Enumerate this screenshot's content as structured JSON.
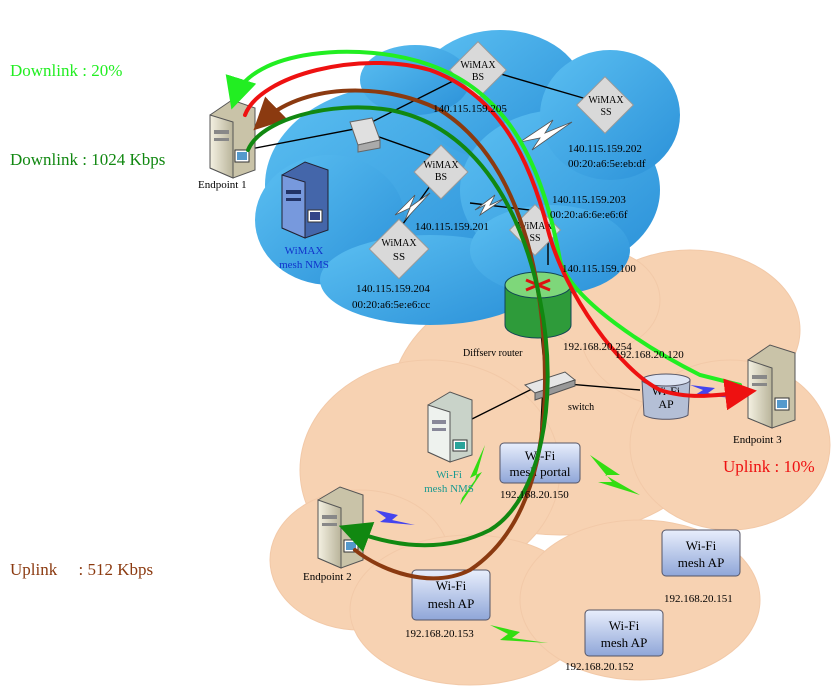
{
  "legend": {
    "downlink_pct": "Downlink : 20%",
    "downlink_rate": "Downlink : 1024 Kbps",
    "uplink_pct": "Uplink : 10%",
    "uplink_rate": "Uplink     : 512 Kbps"
  },
  "colors": {
    "downlink_pct": "#22ee22",
    "downlink_rate": "#118811",
    "uplink_pct": "#ee1111",
    "uplink_rate": "#8b3a10",
    "wimax_cloud": "#3aa6e6",
    "wifi_cloud": "#f7d2b2"
  },
  "nodes": {
    "endpoint1": "Endpoint 1",
    "endpoint2": "Endpoint 2",
    "endpoint3": "Endpoint 3",
    "wimax_nms_1": "WiMAX",
    "wimax_nms_2": "mesh NMS",
    "wifi_nms_1": "Wi-Fi",
    "wifi_nms_2": "mesh NMS",
    "router": "Diffserv router",
    "switch": "switch",
    "wimax_bs_top_1": "WiMAX",
    "wimax_bs_top_2": "BS",
    "wimax_bs_mid_1": "WiMAX",
    "wimax_bs_mid_2": "BS",
    "wimax_ss_right_1": "WiMAX",
    "wimax_ss_right_2": "SS",
    "wimax_ss_center_1": "WiMAX",
    "wimax_ss_center_2": "SS",
    "wimax_ss_left_1": "WiMAX",
    "wimax_ss_left_2": "SS",
    "wifi_ap_1": "Wi-Fi",
    "wifi_ap_2": "AP",
    "mesh_portal_1": "Wi-Fi",
    "mesh_portal_2": "mesh portal",
    "mesh_ap_right_1": "Wi-Fi",
    "mesh_ap_right_2": "mesh AP",
    "mesh_ap_left_1": "Wi-Fi",
    "mesh_ap_left_2": "mesh AP",
    "mesh_ap_bottom_1": "Wi-Fi",
    "mesh_ap_bottom_2": "mesh AP"
  },
  "addresses": {
    "bs_top": "140.115.159.205",
    "ss_right_ip": "140.115.159.202",
    "ss_right_mac": "00:20:a6:5e:eb:df",
    "ss_center_ip": "140.115.159.203",
    "ss_center_mac": "00:20:a6:6e:e6:6f",
    "bs_mid": "140.115.159.201",
    "router_wimax": "140.115.159.100",
    "ss_left_ip": "140.115.159.204",
    "ss_left_mac": "00:20:a6:5e:e6:cc",
    "router_wifi": "192.168.20.254",
    "wifi_ap": "192.168.20.120",
    "mesh_portal": "192.168.20.150",
    "mesh_ap_right": "192.168.20.151",
    "mesh_ap_left": "192.168.20.153",
    "mesh_ap_bottom": "192.168.20.152"
  }
}
